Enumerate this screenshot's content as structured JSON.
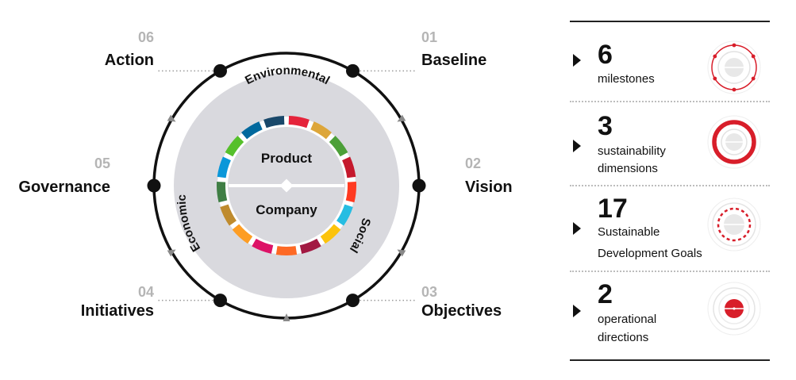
{
  "cycle": {
    "steps": [
      {
        "number": "01",
        "label": "Baseline"
      },
      {
        "number": "02",
        "label": "Vision"
      },
      {
        "number": "03",
        "label": "Objectives"
      },
      {
        "number": "04",
        "label": "Initiatives"
      },
      {
        "number": "05",
        "label": "Governance"
      },
      {
        "number": "06",
        "label": "Action"
      }
    ],
    "dimensions": {
      "top": "Environmental",
      "right": "Social",
      "left": "Economic"
    },
    "core": {
      "upper": "Product",
      "lower": "Company"
    },
    "sdg_colors": [
      "#e5243b",
      "#dda63a",
      "#4c9f38",
      "#c5192d",
      "#ff3a21",
      "#26bde2",
      "#fcc30b",
      "#a21942",
      "#fd6925",
      "#dd1367",
      "#fd9d24",
      "#bf8b2e",
      "#3f7e44",
      "#0a97d9",
      "#56c02b",
      "#00689d",
      "#19486a"
    ]
  },
  "stats": [
    {
      "value": "6",
      "lines": [
        "milestones"
      ],
      "icon": "six-dots-ring-icon"
    },
    {
      "value": "3",
      "lines": [
        "sustainability",
        "dimensions"
      ],
      "icon": "thick-red-ring-icon"
    },
    {
      "value": "17",
      "lines": [
        "Sustainable",
        "Development Goals"
      ],
      "icon": "dashed-red-ring-icon"
    },
    {
      "value": "2",
      "lines": [
        "operational",
        "directions"
      ],
      "icon": "red-core-icon"
    }
  ],
  "colors": {
    "accent": "#d81e2a",
    "ring_gray": "#d9d9de",
    "dark": "#111111",
    "light_gray": "#b5b5b5"
  }
}
